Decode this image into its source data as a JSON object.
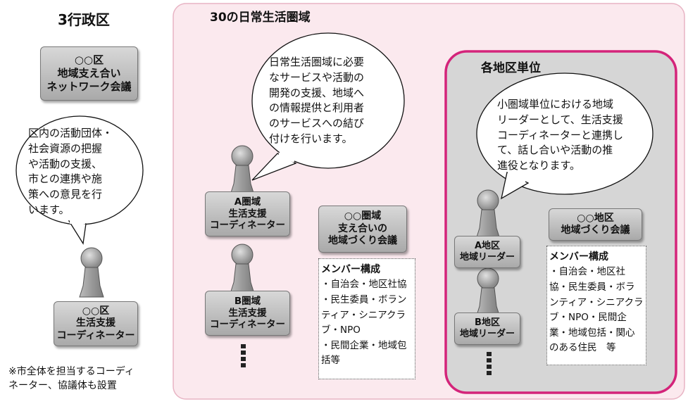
{
  "left": {
    "heading": "3行政区",
    "council": {
      "lines": [
        "○○区",
        "地域支え合い",
        "ネットワーク会議"
      ]
    },
    "bubble": {
      "lines": [
        "区内の活動団体・",
        "社会資源の把握",
        "や活動の支援、",
        "市との連携や施",
        "策への意見を行",
        "います。"
      ]
    },
    "coordinator": {
      "lines": [
        "○○区",
        "生活支援",
        "コーディネーター"
      ]
    },
    "note": {
      "lines": [
        "※市全体を担当するコーディ",
        "ネーター、協議体も設置"
      ]
    }
  },
  "middle": {
    "heading": "30の日常生活圏域",
    "bubble": {
      "lines": [
        "日常生活圏域に必要",
        "なサービスや活動の",
        "開発の支援、地域へ",
        "の情報提供と利用者",
        "のサービスへの結び",
        "付けを行います。"
      ]
    },
    "coordA": {
      "lines": [
        "A圏域",
        "生活支援",
        "コーディネーター"
      ]
    },
    "coordB": {
      "lines": [
        "B圏域",
        "生活支援",
        "コーディネーター"
      ]
    },
    "council": {
      "lines": [
        "○○圏域",
        "支え合いの",
        "地域づくり会議"
      ]
    },
    "members": {
      "title": "メンバー構成",
      "lines": [
        "・自治会・地区社協",
        "・民生委員・ボラン",
        "ティア・シニアクラ",
        "ブ・NPO",
        "・民間企業・地域包",
        "括等"
      ]
    }
  },
  "right": {
    "heading": "各地区単位",
    "bubble": {
      "lines": [
        "小圏域単位における地域",
        "リーダーとして、生活支援",
        "コーディネーターと連携し",
        "て、話し合いや活動の推",
        "進役となります。"
      ]
    },
    "leaderA": {
      "lines": [
        "A地区",
        "地域リーダー"
      ]
    },
    "leaderB": {
      "lines": [
        "B地区",
        "地域リーダー"
      ]
    },
    "council": {
      "lines": [
        "○○地区",
        "地域づくり会議"
      ]
    },
    "members": {
      "title": "メンバー構成",
      "lines": [
        "・自治会・地区社",
        "協・民生委員・ボラ",
        "ンティア・シニアクラ",
        "ブ・NPO・民間企",
        "業・地域包括・関心",
        "のある住民　等"
      ]
    }
  },
  "colors": {
    "pink_panel": "#fbe9ee",
    "pink_border": "#e8b4c4",
    "magenta_border": "#d4247a",
    "gray_panel": "#d6d6d6"
  }
}
